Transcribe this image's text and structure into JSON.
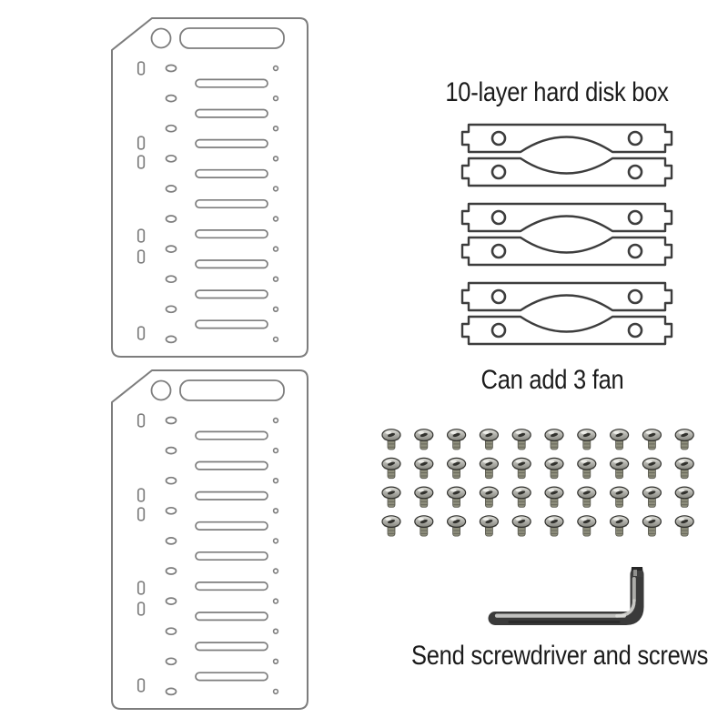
{
  "background": "#ffffff",
  "text_color": "#1b1b1b",
  "labels": {
    "title": "10-layer hard disk box",
    "fan_note": "Can add 3 fan",
    "included_note": "Send screwdriver and screws"
  },
  "panels": {
    "count": 2,
    "hole_row_count": 10,
    "layer_slot_count": 9,
    "left_slot_offsets": [
      55,
      137,
      158,
      239,
      262,
      346
    ],
    "stroke": "#7d7d7d",
    "fill": "#ffffff"
  },
  "brackets": {
    "pair_count": 3,
    "bars_per_pair": 2,
    "holes_per_bar": 2,
    "stroke": "#3d3d3d",
    "fill": "#ffffff"
  },
  "screws": {
    "rows": 4,
    "cols": 10,
    "total": 40,
    "head_color": "#b4b4ae",
    "head_edge": "#2f2f2b",
    "shank_color": "#8e8e7c",
    "highlight": "#f0f0ec"
  },
  "allen_key": {
    "body_color": "#3a3a3a",
    "highlight_color": "#d2d2cf"
  }
}
